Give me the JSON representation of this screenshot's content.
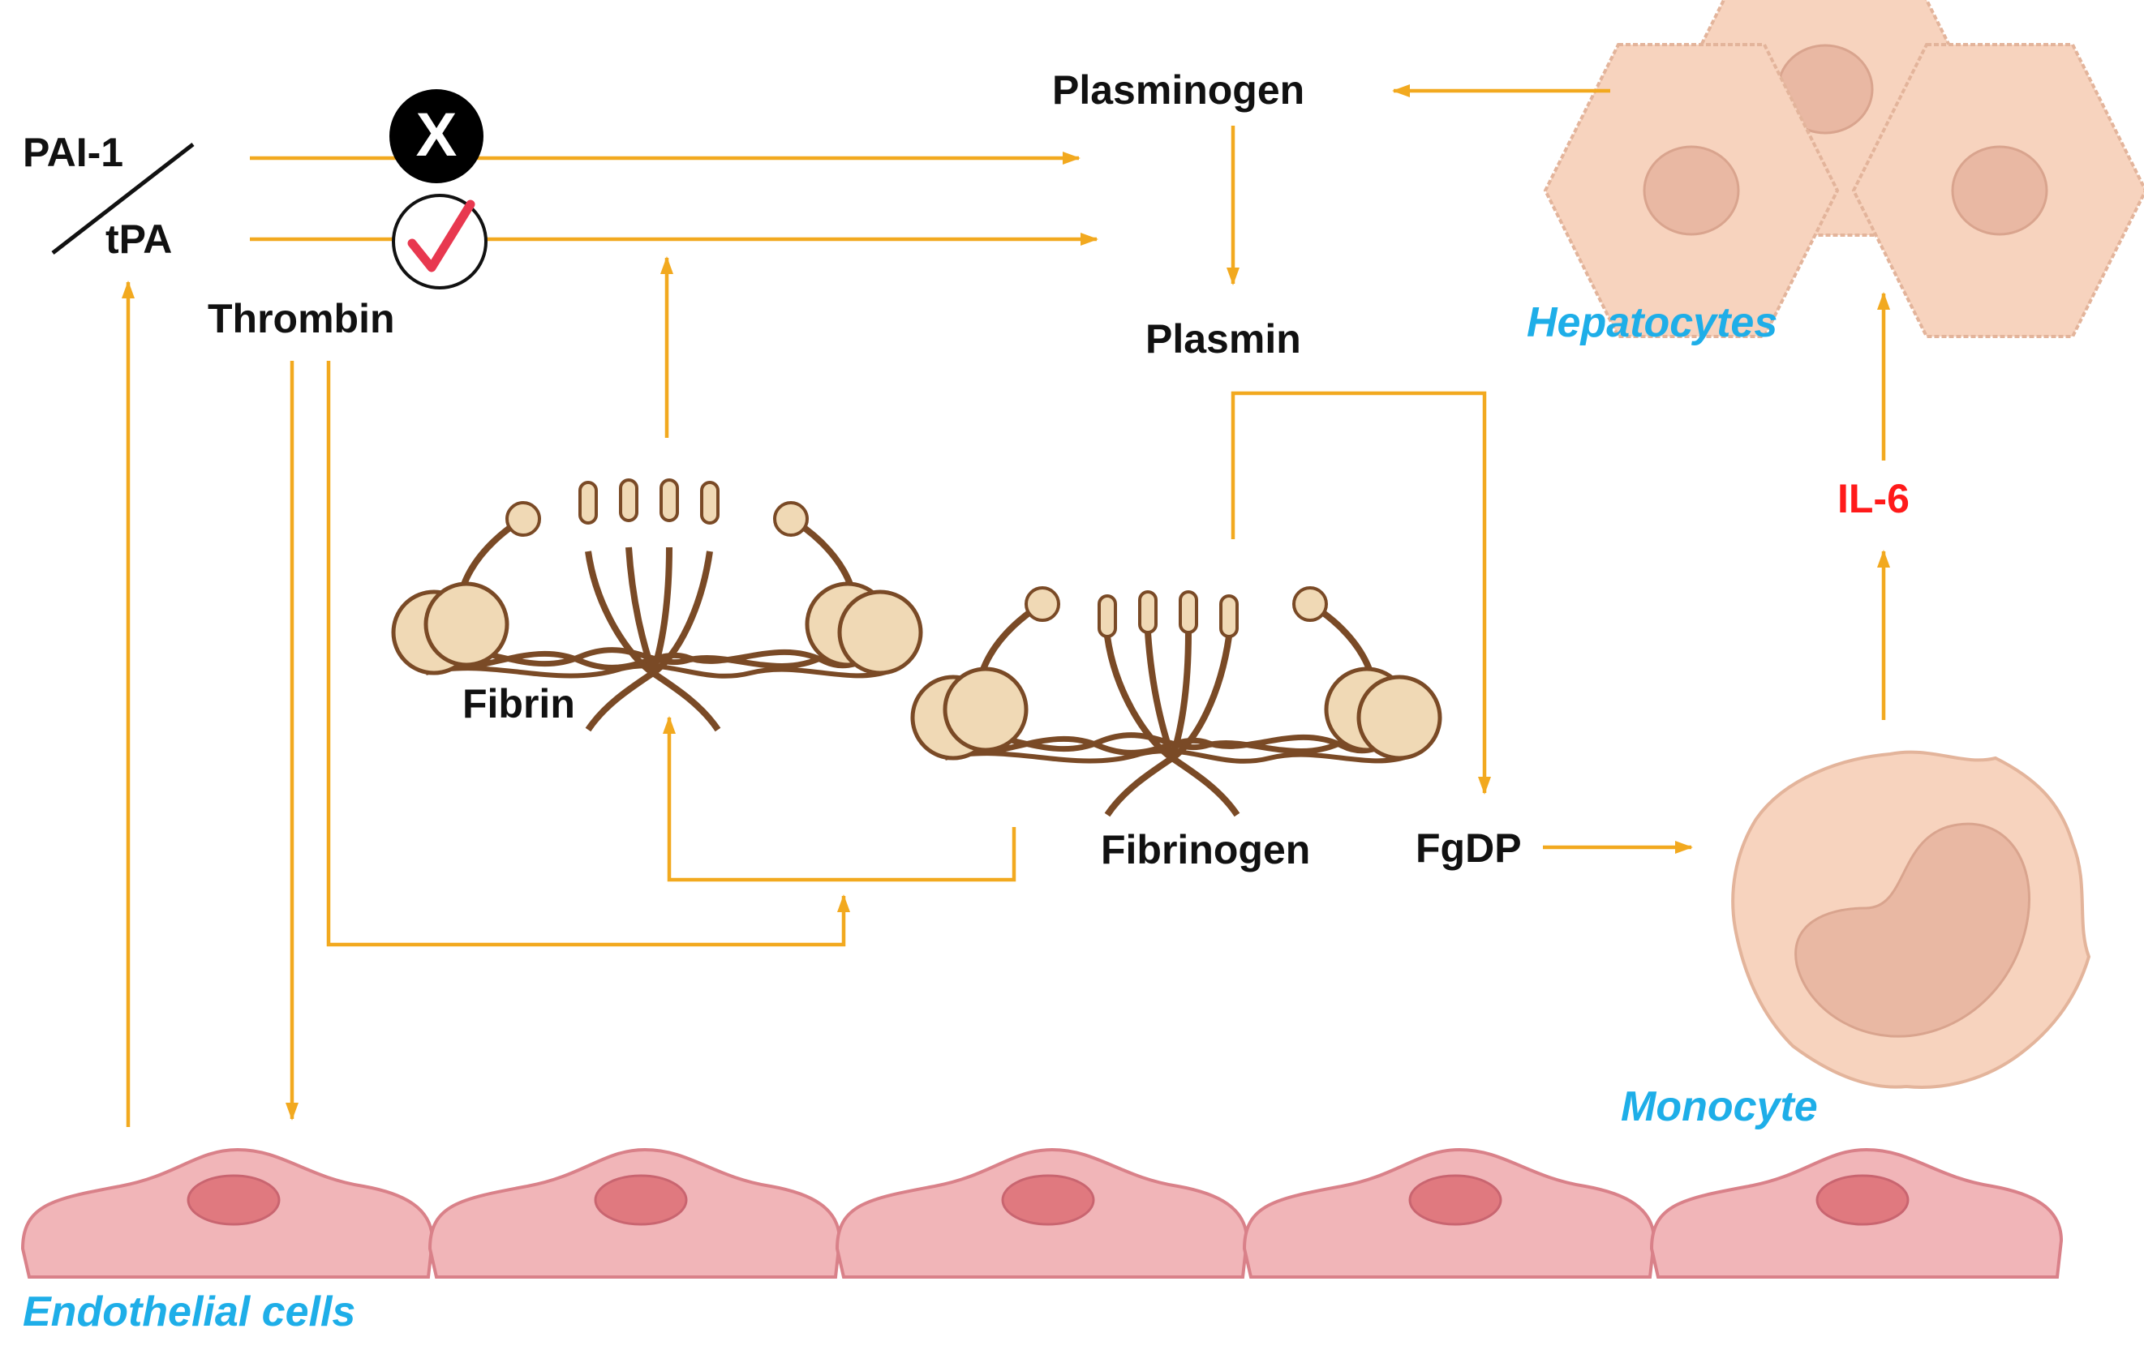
{
  "labels": {
    "pai1": "PAI-1",
    "tpa": "tPA",
    "thrombin": "Thrombin",
    "plasminogen": "Plasminogen",
    "plasmin": "Plasmin",
    "fibrin": "Fibrin",
    "fibrinogen": "Fibrinogen",
    "fgdp": "FgDP",
    "il6": "IL-6",
    "hepatocytes": "Hepatocytes",
    "monocyte": "Monocyte",
    "endothelial_cells": "Endothelial cells",
    "inhibit_mark": "X"
  },
  "colors": {
    "arrow": "#F2A91F",
    "label_text": "#111111",
    "cell_label": "#1EAEE8",
    "il6": "#FF1A1A",
    "check": "#E8384F",
    "molecule_stroke": "#7A4A26",
    "molecule_fill": "#F0D9B5",
    "endothelial_fill": "#F1B5B8",
    "endothelial_stroke": "#D98189",
    "endothelial_nucleus": "#E0797F",
    "liver_fill": "#F7D3BE",
    "liver_stroke": "#E3B49B",
    "liver_nucleus": "#E9B8A3"
  }
}
